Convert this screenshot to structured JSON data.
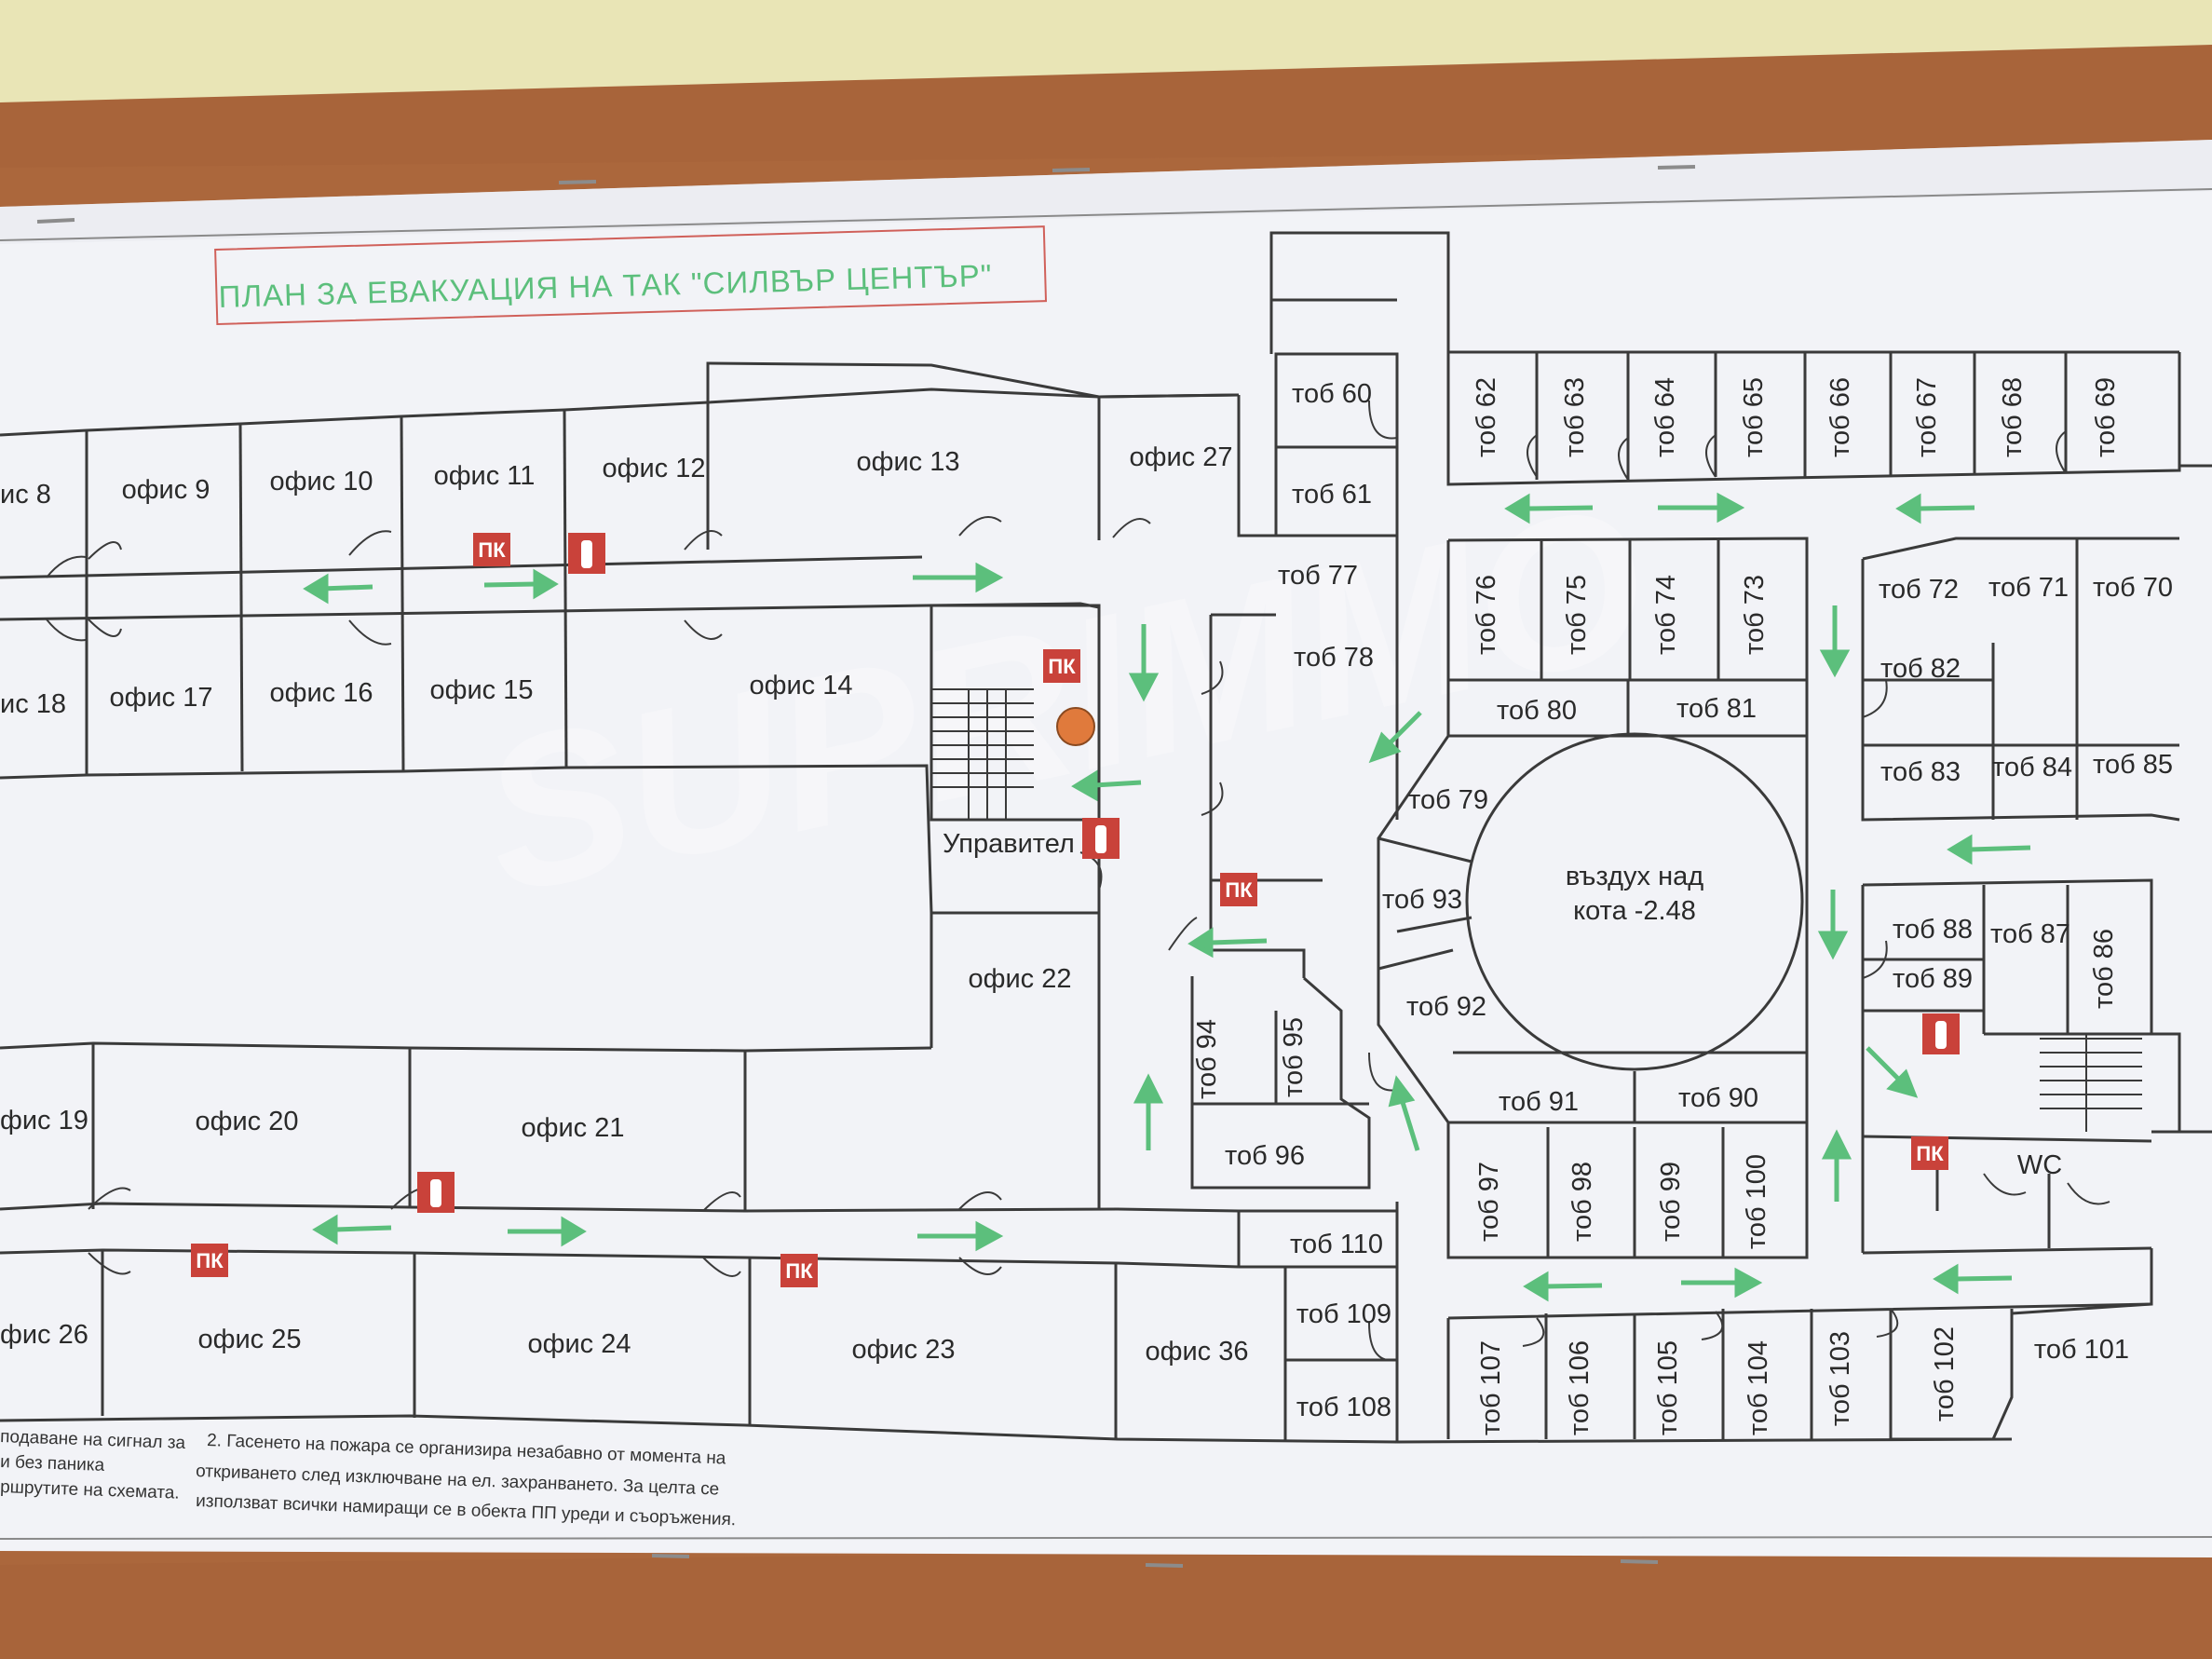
{
  "plan": {
    "title": "ПЛАН ЗА ЕВАКУАЦИЯ НА ТАК \"СИЛВЪР ЦЕНТЪР\"",
    "watermark": "SUPRIMMO",
    "hydrant_label": "ПК",
    "note_left": [
      "подаване на сигнал за",
      "и без паника",
      "ршрутите на схемата."
    ],
    "note_right": [
      "2. Гасенето на пожара се организира незабавно от момента на",
      "откриването след изключване на ел. захранването. За целта се",
      "използват всички намиращи се в обекта ПП уреди и съоръжения."
    ],
    "rooms": [
      {
        "id": "r8",
        "label": "ис 8"
      },
      {
        "id": "r9",
        "label": "офис 9"
      },
      {
        "id": "r10",
        "label": "офис 10"
      },
      {
        "id": "r11",
        "label": "офис 11"
      },
      {
        "id": "r12",
        "label": "офис 12"
      },
      {
        "id": "r13",
        "label": "офис 13"
      },
      {
        "id": "r27",
        "label": "офис 27"
      },
      {
        "id": "r18",
        "label": "ис 18"
      },
      {
        "id": "r17",
        "label": "офис 17"
      },
      {
        "id": "r16",
        "label": "офис 16"
      },
      {
        "id": "r15",
        "label": "офис 15"
      },
      {
        "id": "r14",
        "label": "офис 14"
      },
      {
        "id": "mgr",
        "label": "Управител"
      },
      {
        "id": "r22",
        "label": "офис 22"
      },
      {
        "id": "r19",
        "label": "фис 19"
      },
      {
        "id": "r20",
        "label": "офис 20"
      },
      {
        "id": "r21",
        "label": "офис 21"
      },
      {
        "id": "r26",
        "label": "фис 26"
      },
      {
        "id": "r25",
        "label": "офис 25"
      },
      {
        "id": "r24",
        "label": "офис 24"
      },
      {
        "id": "r23",
        "label": "офис 23"
      },
      {
        "id": "r36",
        "label": "офис 36"
      },
      {
        "id": "t60",
        "label": "тоб 60"
      },
      {
        "id": "t61",
        "label": "тоб 61"
      },
      {
        "id": "t77",
        "label": "тоб 77"
      },
      {
        "id": "t78",
        "label": "тоб 78"
      },
      {
        "id": "t62",
        "label": "тоб 62"
      },
      {
        "id": "t63",
        "label": "тоб 63"
      },
      {
        "id": "t64",
        "label": "тоб 64"
      },
      {
        "id": "t65",
        "label": "тоб 65"
      },
      {
        "id": "t66",
        "label": "тоб 66"
      },
      {
        "id": "t67",
        "label": "тоб 67"
      },
      {
        "id": "t68",
        "label": "тоб 68"
      },
      {
        "id": "t69",
        "label": "тоб 69"
      },
      {
        "id": "t76",
        "label": "тоб 76"
      },
      {
        "id": "t75",
        "label": "тоб 75"
      },
      {
        "id": "t74",
        "label": "тоб 74"
      },
      {
        "id": "t73",
        "label": "тоб 73"
      },
      {
        "id": "t80",
        "label": "тоб 80"
      },
      {
        "id": "t81",
        "label": "тоб 81"
      },
      {
        "id": "t79",
        "label": "тоб 79"
      },
      {
        "id": "t93",
        "label": "тоб 93"
      },
      {
        "id": "t92",
        "label": "тоб 92"
      },
      {
        "id": "t91",
        "label": "тоб 91"
      },
      {
        "id": "t90",
        "label": "тоб 90"
      },
      {
        "id": "t72",
        "label": "тоб 72"
      },
      {
        "id": "t71",
        "label": "тоб 71"
      },
      {
        "id": "t70",
        "label": "тоб 70"
      },
      {
        "id": "t82",
        "label": "тоб 82"
      },
      {
        "id": "t83",
        "label": "тоб 83"
      },
      {
        "id": "t84",
        "label": "тоб 84"
      },
      {
        "id": "t85",
        "label": "тоб 85"
      },
      {
        "id": "t88",
        "label": "тоб 88"
      },
      {
        "id": "t87",
        "label": "тоб 87"
      },
      {
        "id": "t86",
        "label": "тоб 86"
      },
      {
        "id": "t89",
        "label": "тоб 89"
      },
      {
        "id": "wc",
        "label": "WC"
      },
      {
        "id": "t94",
        "label": "тоб 94"
      },
      {
        "id": "t95",
        "label": "тоб 95"
      },
      {
        "id": "t96",
        "label": "тоб 96"
      },
      {
        "id": "t110",
        "label": "тоб 110"
      },
      {
        "id": "t109",
        "label": "тоб 109"
      },
      {
        "id": "t108",
        "label": "тоб 108"
      },
      {
        "id": "t97",
        "label": "тоб 97"
      },
      {
        "id": "t98",
        "label": "тоб 98"
      },
      {
        "id": "t99",
        "label": "тоб 99"
      },
      {
        "id": "t100",
        "label": "тоб 100"
      },
      {
        "id": "t107",
        "label": "тоб 107"
      },
      {
        "id": "t106",
        "label": "тоб 106"
      },
      {
        "id": "t105",
        "label": "тоб 105"
      },
      {
        "id": "t104",
        "label": "тоб 104"
      },
      {
        "id": "t103",
        "label": "тоб 103"
      },
      {
        "id": "t102",
        "label": "тоб 102"
      },
      {
        "id": "t101",
        "label": "тоб 101"
      }
    ],
    "atrium_line1": "въздух над",
    "atrium_line2": "кота -2.48"
  },
  "colors": {
    "wall": "#e9e5b6",
    "frame": "#a35e33",
    "paper": "#f3f4f8",
    "lines": "#3a3a3a",
    "arrow": "#5cbf7c",
    "marker": "#c9423a",
    "you_are_here": "#e07a3c"
  }
}
